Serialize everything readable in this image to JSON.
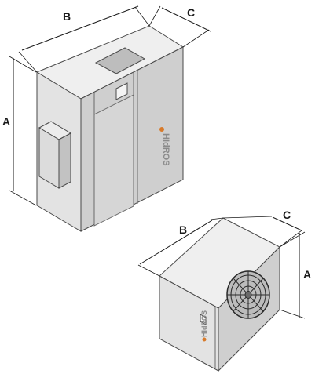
{
  "units": [
    {
      "id": "indoor",
      "dimensions": {
        "width": "B",
        "depth": "C",
        "height": "A"
      },
      "brand": "HIdROS"
    },
    {
      "id": "outdoor",
      "dimensions": {
        "width": "B",
        "depth": "C",
        "height": "A"
      },
      "brand": "HIdROS"
    }
  ],
  "colors": {
    "front": "#e3e3e3",
    "side": "#c9c9c9",
    "top": "#efefef",
    "stroke": "#4a4a4a",
    "brand_accent": "#d87a2a"
  },
  "icons": [
    "fan-grille-icon",
    "vent-louver-icon"
  ]
}
